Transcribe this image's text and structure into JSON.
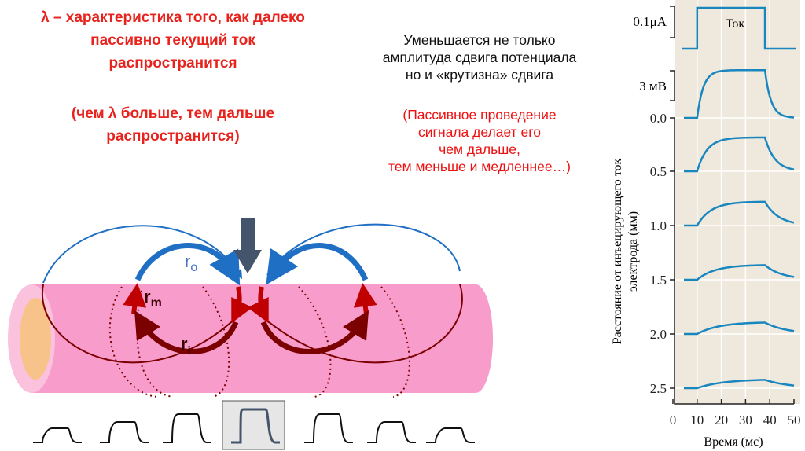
{
  "slide": {
    "left_title": "λ – характеристика того, как далеко\nпассивно текущий ток\nраспространится",
    "left_note": "(чем λ больше, тем дальше\nраспространится)",
    "mid_title": "Уменьшается не только\nамплитуда сдвига потенциала\nно и «крутизна» сдвига",
    "mid_note": "(Пассивное проведение\nсигнала делает его\nчем дальше,\nтем меньше и медленнее…)"
  },
  "diagram": {
    "labels": {
      "r_o": "r",
      "r_o_sub": "o",
      "r_m": "r",
      "r_m_sub": "m",
      "r_i": "r",
      "r_i_sub": "i"
    },
    "colors": {
      "membrane": "#f79ccb",
      "outer_current": "#1f6fc4",
      "inner_current": "#c00000",
      "inner_current_dark": "#7b0000",
      "electrode": "#44546a"
    }
  },
  "chart_data": {
    "type": "line",
    "xlabel": "Время (мс)",
    "ylabel": "Расстояние от инъецирующего ток электрода (мм)",
    "xticks": [
      "0",
      "10",
      "20",
      "30",
      "40",
      "50"
    ],
    "xlim": [
      0,
      50
    ],
    "current_label": "Ток",
    "current_scale": "0.1μA",
    "voltage_scale": "3 мВ",
    "pulse": {
      "start_ms": 10,
      "end_ms": 38
    },
    "series": [
      {
        "distance": "0.0",
        "amplitude_mV": 4.8
      },
      {
        "distance": "0.5",
        "amplitude_mV": 3.4
      },
      {
        "distance": "1.0",
        "amplitude_mV": 2.4
      },
      {
        "distance": "1.5",
        "amplitude_mV": 1.5
      },
      {
        "distance": "2.0",
        "amplitude_mV": 1.2
      },
      {
        "distance": "2.5",
        "amplitude_mV": 0.9
      }
    ],
    "grid": true,
    "line_color": "#1a86c0",
    "background": "#eee9dc"
  }
}
